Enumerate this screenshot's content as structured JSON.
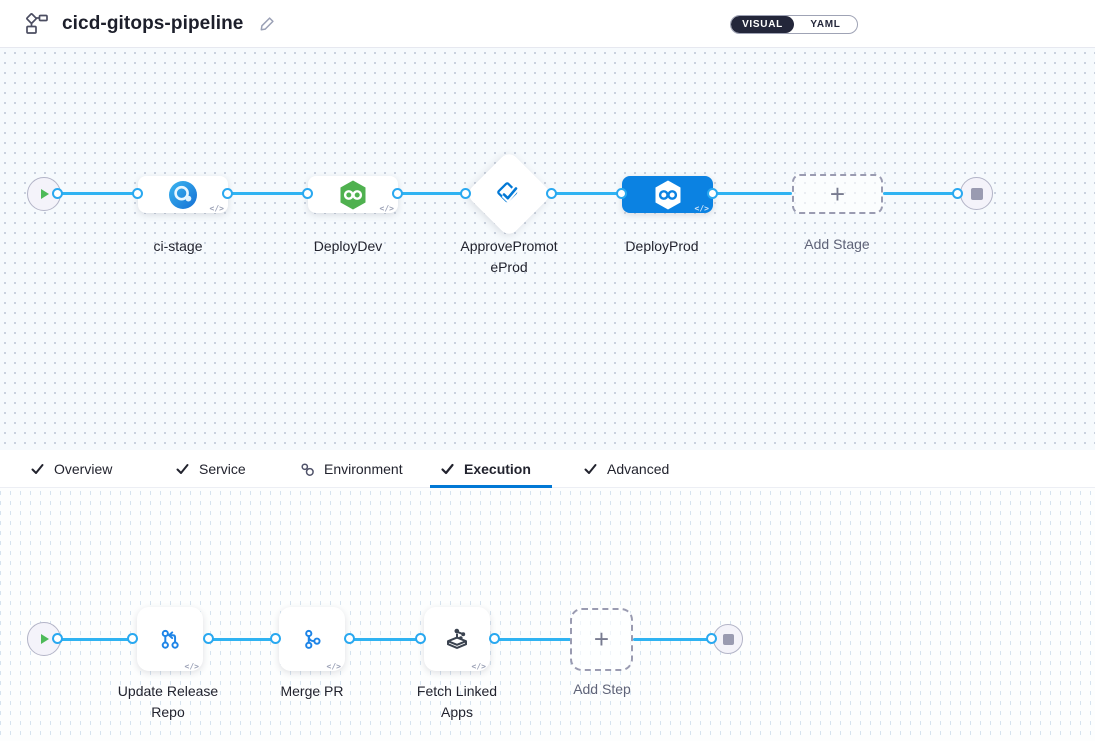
{
  "header": {
    "title": "cicd-gitops-pipeline",
    "view_toggle": {
      "visual_label": "VISUAL",
      "yaml_label": "YAML",
      "selected": "VISUAL"
    }
  },
  "glyphs": {
    "template_code": "</>",
    "plus": "+"
  },
  "stage_canvas": {
    "stages": [
      {
        "label": "ci-stage",
        "icon": "ci-build-icon",
        "selected": false
      },
      {
        "label": "DeployDev",
        "icon": "cd-deploy-icon",
        "selected": false
      },
      {
        "label": "ApprovePromoteProd",
        "icon": "approval-icon",
        "shape": "diamond",
        "selected": false
      },
      {
        "label": "DeployProd",
        "icon": "cd-deploy-icon",
        "selected": true
      }
    ],
    "add_stage_label": "Add Stage"
  },
  "tab_bar": {
    "tabs": [
      {
        "label": "Overview",
        "icon": "check-icon",
        "active": false
      },
      {
        "label": "Service",
        "icon": "check-icon",
        "active": false
      },
      {
        "label": "Environment",
        "icon": "environment-icon",
        "active": false
      },
      {
        "label": "Execution",
        "icon": "check-icon",
        "active": true
      },
      {
        "label": "Advanced",
        "icon": "check-icon",
        "active": false
      }
    ]
  },
  "execution_canvas": {
    "steps": [
      {
        "label": "Update Release Repo",
        "icon": "git-update-icon"
      },
      {
        "label": "Merge PR",
        "icon": "git-merge-icon"
      },
      {
        "label": "Fetch Linked Apps",
        "icon": "fetch-linked-apps-icon"
      }
    ],
    "add_step_label": "Add Step"
  },
  "colors": {
    "accent_blue": "#0278d5",
    "connector_blue": "#2fb3f2",
    "selected_stage_blue": "#0b82e2",
    "cd_green": "#4fb14f",
    "ci_blue": "#1d7fe3",
    "play_green": "#4dba58",
    "toggle_dark": "#23263a",
    "fetch_icon_slate": "#3b4350"
  }
}
